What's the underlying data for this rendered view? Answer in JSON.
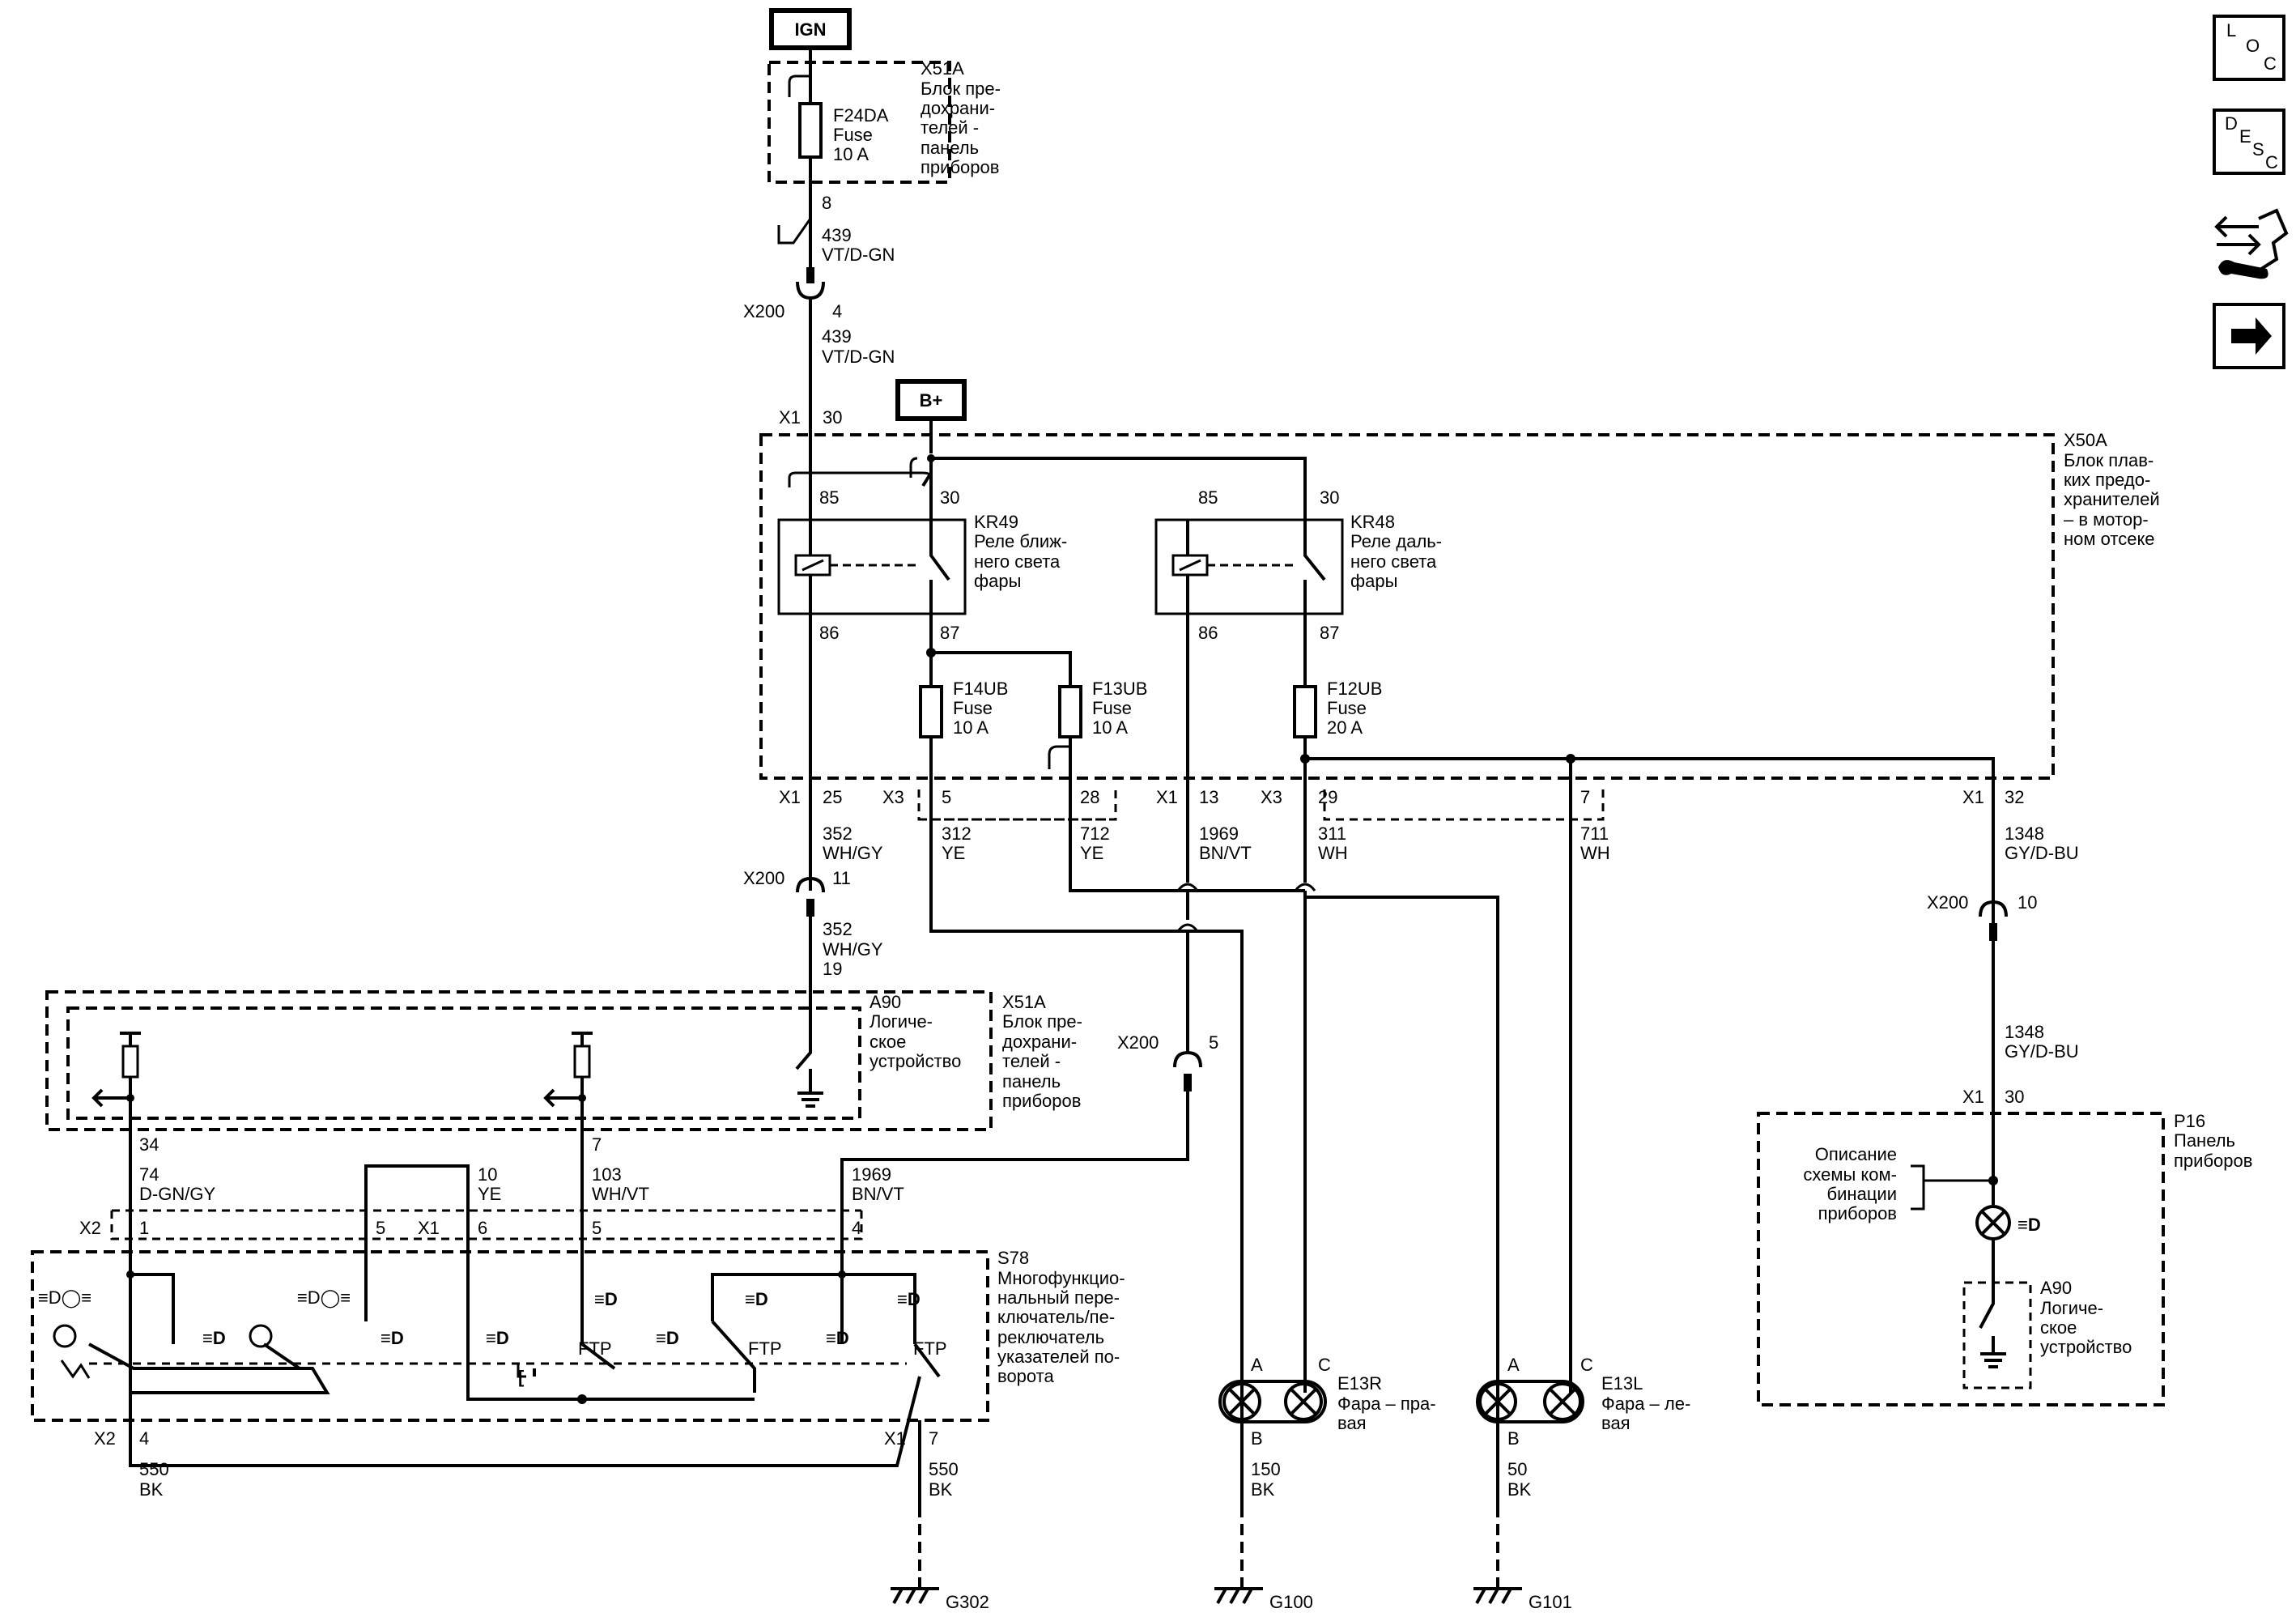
{
  "power": {
    "ign": "IGN",
    "bplus": "B+"
  },
  "x51a_top": {
    "id": "X51A",
    "desc": [
      "Блок пре-",
      "дохрани-",
      "телей -",
      "панель",
      "приборов"
    ],
    "fuse": [
      "F24DA",
      "Fuse",
      "10 A"
    ],
    "pin": "8"
  },
  "w439a": [
    "439",
    "VT/D-GN"
  ],
  "x200_4": {
    "conn": "X200",
    "pin": "4"
  },
  "w439b": [
    "439",
    "VT/D-GN"
  ],
  "x1_30": {
    "conn": "X1",
    "pin": "30"
  },
  "x50a": {
    "id": "X50A",
    "desc": [
      "Блок плав-",
      "ких предо-",
      "хранителей",
      "– в мотор-",
      "ном отсеке"
    ]
  },
  "kr49": {
    "id": "KR49",
    "desc": [
      "Реле ближ-",
      "него света",
      "фары"
    ],
    "pins": [
      "85",
      "30",
      "86",
      "87"
    ]
  },
  "kr48": {
    "id": "KR48",
    "desc": [
      "Реле даль-",
      "него света",
      "фары"
    ],
    "pins": [
      "85",
      "30",
      "86",
      "87"
    ]
  },
  "f14ub": [
    "F14UB",
    "Fuse",
    "10 A"
  ],
  "f13ub": [
    "F13UB",
    "Fuse",
    "10 A"
  ],
  "f12ub": [
    "F12UB",
    "Fuse",
    "20 A"
  ],
  "bottom_conn": {
    "x1a": "X1",
    "p25": "25",
    "x3a": "X3",
    "p5": "5",
    "p28": "28",
    "x1b": "X1",
    "p13": "13",
    "x3b": "X3",
    "p29": "29",
    "p7": "7",
    "x1c": "X1",
    "p32": "32"
  },
  "wires_mid": {
    "w352": [
      "352",
      "WH/GY"
    ],
    "w312": [
      "312",
      "YE"
    ],
    "w712": [
      "712",
      "YE"
    ],
    "w1969": [
      "1969",
      "BN/VT"
    ],
    "w311": [
      "311",
      "WH"
    ],
    "w711": [
      "711",
      "WH"
    ],
    "w1348": [
      "1348",
      "GY/D-BU"
    ]
  },
  "x200_11": {
    "conn": "X200",
    "pin": "11"
  },
  "w352b": [
    "352",
    "WH/GY",
    "19"
  ],
  "x200_10": {
    "conn": "X200",
    "pin": "10"
  },
  "w1348b": [
    "1348",
    "GY/D-BU"
  ],
  "x1_30b": {
    "conn": "X1",
    "pin": "30"
  },
  "x200_5": {
    "conn": "X200",
    "pin": "5"
  },
  "a90_left": {
    "id": "A90",
    "desc": [
      "Логиче-",
      "ское",
      "устройство"
    ]
  },
  "x51a_left": {
    "id": "X51A",
    "desc": [
      "Блок пре-",
      "дохрани-",
      "телей -",
      "панель",
      "приборов"
    ]
  },
  "sw_wires": {
    "p34": "34",
    "w74": [
      "74",
      "D-GN/GY"
    ],
    "w10": [
      "10",
      "YE"
    ],
    "p7": "7",
    "w103": [
      "103",
      "WH/VT"
    ],
    "w1969": [
      "1969",
      "BN/VT"
    ]
  },
  "sw_conn": {
    "x2": "X2",
    "p1": "1",
    "p5": "5",
    "x1": "X1",
    "p6": "6",
    "p5b": "5",
    "p4": "4"
  },
  "s78": {
    "id": "S78",
    "desc": [
      "Многофункцио-",
      "нальный пере-",
      "ключатель/пе-",
      "реключатель",
      "указателей по-",
      "ворота"
    ]
  },
  "ftp": "FTP",
  "sw_bottom": {
    "x2": "X2",
    "p4": "4",
    "x1": "X1",
    "p7": "7"
  },
  "w550a": [
    "550",
    "BK"
  ],
  "w550b": [
    "550",
    "BK"
  ],
  "e13r": {
    "a": "A",
    "c": "C",
    "b": "B",
    "id": "E13R",
    "desc": [
      "Фара – пра-",
      "вая"
    ]
  },
  "e13l": {
    "a": "A",
    "c": "C",
    "b": "B",
    "id": "E13L",
    "desc": [
      "Фара – ле-",
      "вая"
    ]
  },
  "w150": [
    "150",
    "BK"
  ],
  "w50": [
    "50",
    "BK"
  ],
  "grounds": {
    "g302": "G302",
    "g100": "G100",
    "g101": "G101"
  },
  "p16": {
    "id": "P16",
    "desc": [
      "Панель",
      "приборов"
    ]
  },
  "cluster_desc": [
    "Описание",
    "схемы ком-",
    "бинации",
    "приборов"
  ],
  "a90_right": {
    "id": "A90",
    "desc": [
      "Логиче-",
      "ское",
      "устройство"
    ]
  },
  "nav": {
    "loc": [
      "L",
      "O",
      "C"
    ],
    "desc": [
      "D",
      "E",
      "S",
      "C"
    ]
  }
}
